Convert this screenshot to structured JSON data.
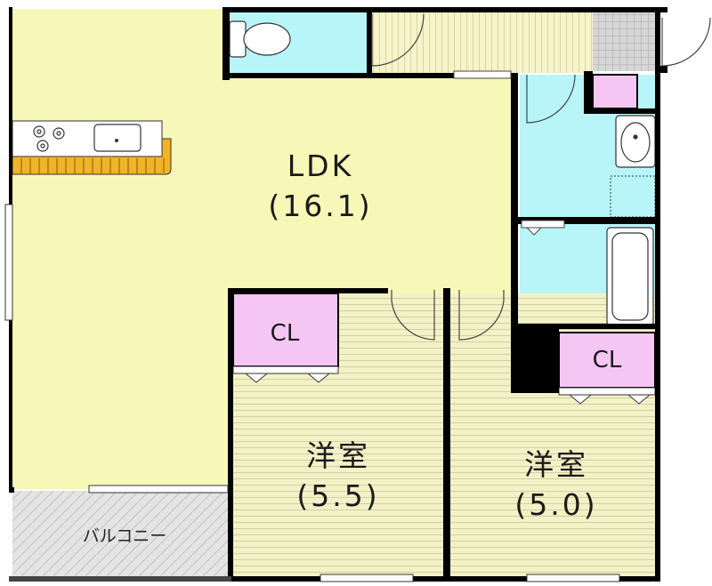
{
  "rooms": {
    "ldk": {
      "name": "LDK",
      "size": "(16.1)"
    },
    "western_room_left": {
      "name": "洋室",
      "size": "(5.5)"
    },
    "western_room_right": {
      "name": "洋室",
      "size": "(5.0)"
    },
    "closet_left": {
      "label": "CL"
    },
    "closet_right": {
      "label": "CL"
    },
    "balcony": {
      "label": "バルコニー"
    }
  },
  "colors": {
    "ldk_floor": "#f7f7b8",
    "bedroom_floor": "#f3f1c6",
    "wet_area": "#b8f5f8",
    "closet": "#f5c6f3",
    "balcony": "#e4e4e4",
    "kitchen_counter": "#f0b428",
    "wall": "#000000"
  }
}
